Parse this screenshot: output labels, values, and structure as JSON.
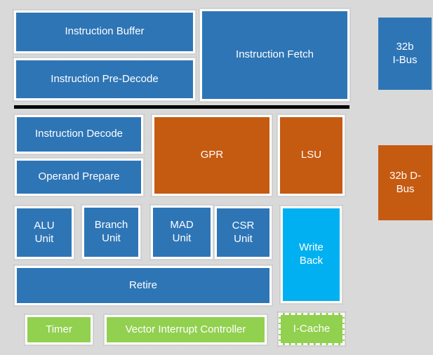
{
  "background_color": "#D9D9D9",
  "palette": {
    "pipeline_blue": "#2E75B6",
    "memory_orange": "#C55A11",
    "peripheral_green": "#92D050",
    "writeback_cyan": "#00B0F0",
    "divider_black": "#000000",
    "label_text": "#FFFFFF",
    "box_border": "#FFFFFF"
  },
  "blocks": {
    "instruction_buffer": {
      "label": "Instruction Buffer"
    },
    "instruction_fetch": {
      "label": "Instruction Fetch"
    },
    "i_bus": {
      "lines": [
        "32b",
        "I-Bus"
      ]
    },
    "instruction_pre_decode": {
      "label": "Instruction Pre-Decode"
    },
    "instruction_decode": {
      "label": "Instruction Decode"
    },
    "gpr": {
      "label": "GPR"
    },
    "lsu": {
      "label": "LSU"
    },
    "d_bus": {
      "lines": [
        "32b D-",
        "Bus"
      ]
    },
    "operand_prepare": {
      "label": "Operand Prepare"
    },
    "alu_unit": {
      "lines": [
        "ALU",
        "Unit"
      ]
    },
    "branch_unit": {
      "lines": [
        "Branch",
        "Unit"
      ]
    },
    "mad_unit": {
      "lines": [
        "MAD",
        "Unit"
      ]
    },
    "csr_unit": {
      "lines": [
        "CSR",
        "Unit"
      ]
    },
    "write_back": {
      "lines": [
        "Write",
        "Back"
      ]
    },
    "retire": {
      "label": "Retire"
    },
    "timer": {
      "label": "Timer"
    },
    "vector_interrupt_controller": {
      "label": "Vector Interrupt Controller"
    },
    "i_cache": {
      "label": "I-Cache"
    }
  }
}
